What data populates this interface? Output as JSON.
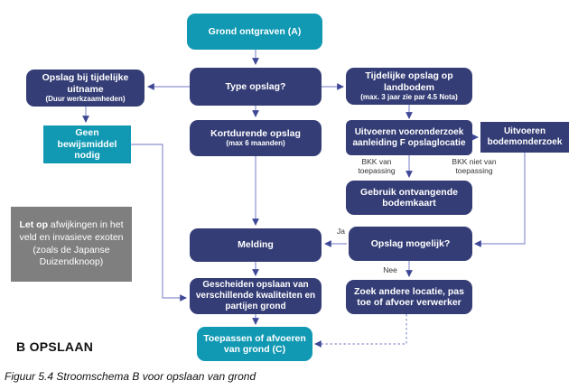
{
  "figure": {
    "label": "B OPSLAAN",
    "caption": "Figuur 5.4 Stroomschema B voor opslaan van grond"
  },
  "colors": {
    "teal": "#1199B3",
    "navy": "#343D75",
    "gray": "#7F7F7F",
    "line": "#8C92D0",
    "arrowhead": "#3F4896",
    "label_text": "#333333"
  },
  "nodes": {
    "grond": {
      "main": "Grond ontgraven (A)"
    },
    "type": {
      "main": "Type opslag?"
    },
    "uitname": {
      "main": "Opslag bij tijdelijke uitname",
      "sub": "(Duur werkzaamheden)"
    },
    "geen_bewijs": {
      "main": "Geen bewijsmiddel nodig"
    },
    "tijdelijk": {
      "main": "Tijdelijke opslag op landbodem",
      "sub": "(max. 3 jaar zie par 4.5 Nota)"
    },
    "kortdurend": {
      "main": "Kortdurende opslag",
      "sub": "(max 6 maanden)"
    },
    "vooronderzoek": {
      "main": "Uitvoeren vooronderzoek aanleiding F opslaglocatie"
    },
    "bodemonderzoek": {
      "main": "Uitvoeren bodemonderzoek"
    },
    "bodemkaart": {
      "main": "Gebruik ontvangende bodemkaart"
    },
    "mogelijk": {
      "main": "Opslag mogelijk?"
    },
    "zoek": {
      "main": "Zoek andere locatie, pas toe of afvoer verwerker"
    },
    "melding": {
      "main": "Melding"
    },
    "gescheiden": {
      "main": "Gescheiden opslaan van verschillende kwaliteiten en partijen grond"
    },
    "toepassen": {
      "main": "Toepassen of afvoeren van grond (C)"
    },
    "letop": {
      "emphasis": "Let op",
      "rest": " afwijkingen in het veld en invasieve exoten (zoals de Japanse Duizendknoop)"
    }
  },
  "edge_labels": {
    "ja": "Ja",
    "nee": "Nee",
    "bkk_van": "BKK van toepassing",
    "bkk_niet": "BKK niet van toepassing"
  }
}
